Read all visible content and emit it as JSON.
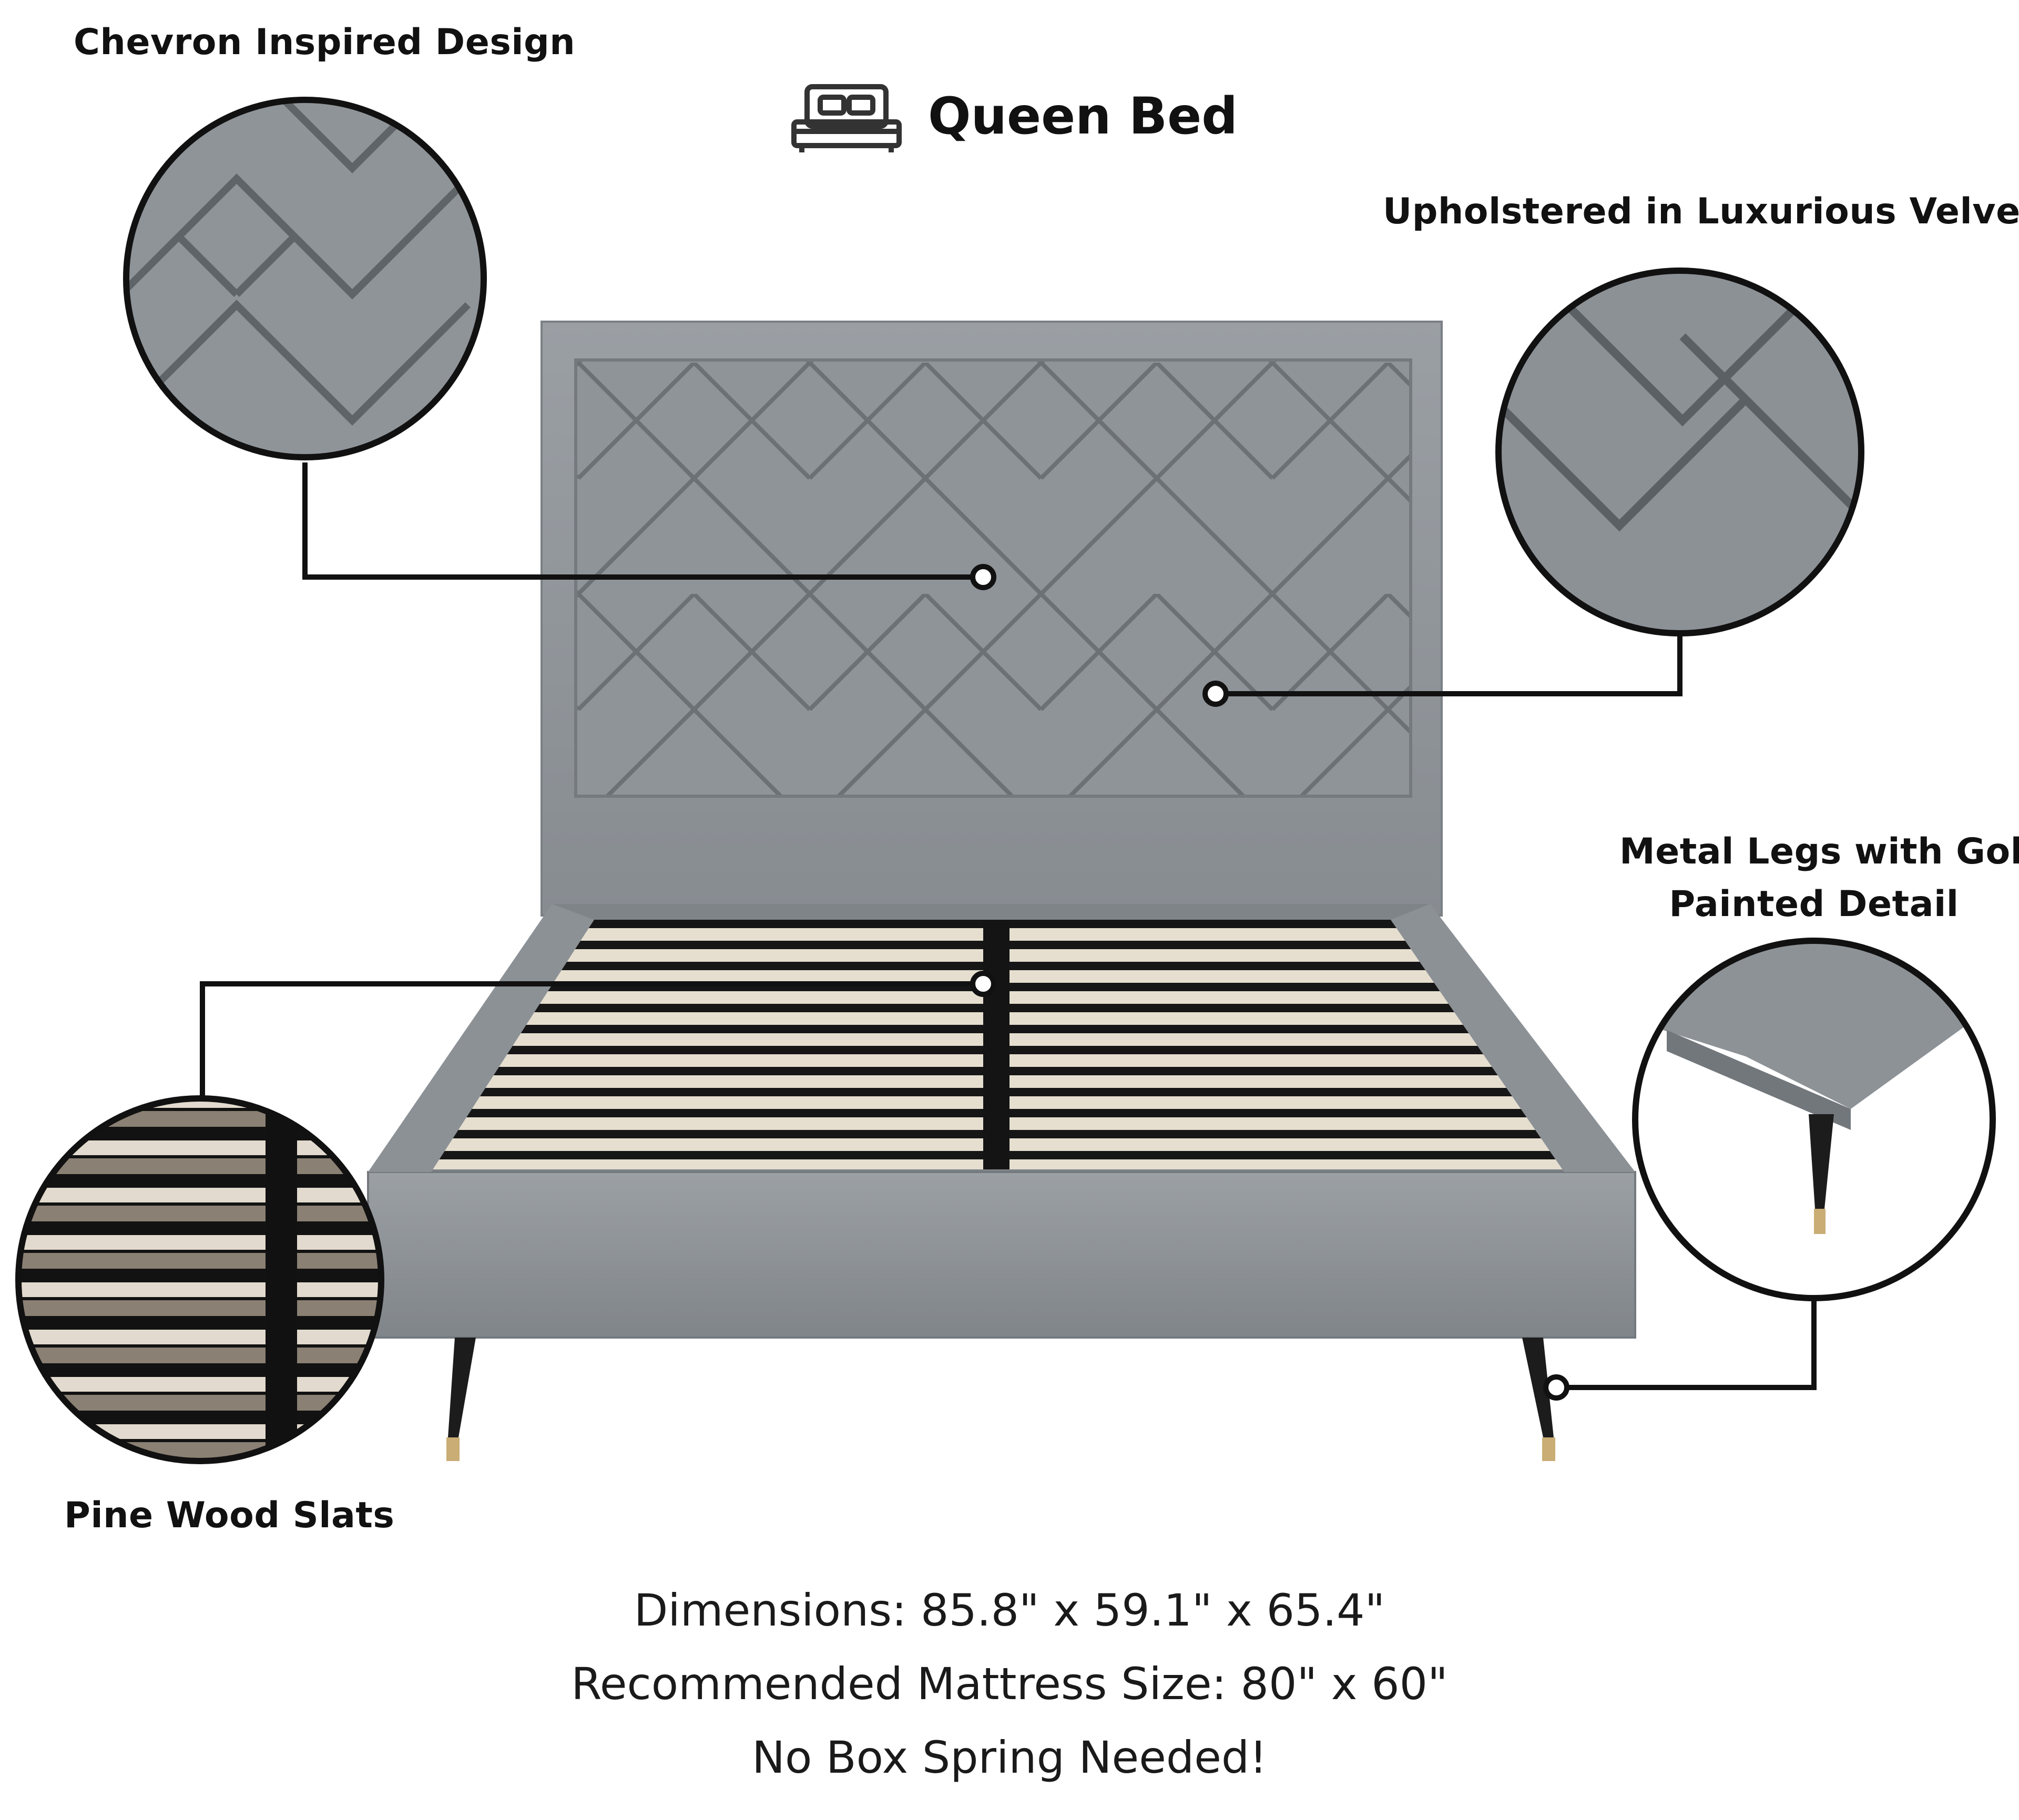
{
  "header": {
    "title": "Queen Bed",
    "icon": "bed-icon"
  },
  "callouts": {
    "chevron": "Chevron Inspired Design",
    "velvet": "Upholstered in Luxurious Velvet",
    "legs_line1": "Metal Legs with Gold",
    "legs_line2": "Painted Detail",
    "slats": "Pine Wood Slats"
  },
  "specs": {
    "dimensions": "Dimensions: 85.8\" x 59.1\" x 65.4\"",
    "mattress": "Recommended Mattress Size: 80\" x 60\"",
    "box_spring": "No Box Spring Needed!"
  },
  "colors": {
    "fabric": "#8e9398",
    "fabric_dark": "#6f7479",
    "slat": "#e4dccd",
    "leg": "#1c1c1c",
    "gold": "#c9ad74"
  }
}
